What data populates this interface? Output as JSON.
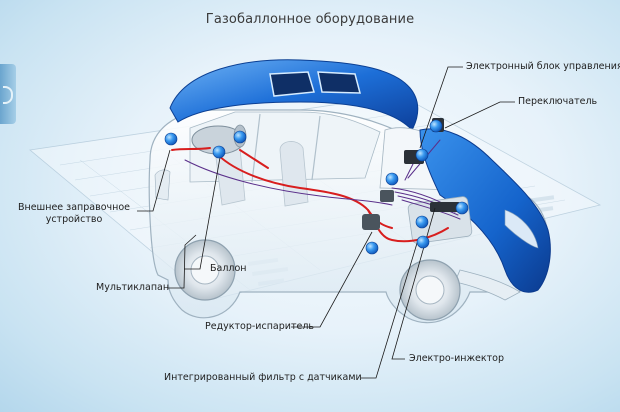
{
  "title": "Газобаллонное оборудование",
  "labels": {
    "ecu": "Электронный блок управления",
    "switch": "Переключатель",
    "filler_line1": "Внешнее заправочное",
    "filler_line2": "устройство",
    "tank": "Баллон",
    "multivalve": "Мультиклапан",
    "reducer": "Редуктор-испаритель",
    "injector": "Электро-инжектор",
    "filter": "Интегрированный фильтр с датчиками"
  },
  "colors": {
    "body_blue": "#1d6fd8",
    "marker_blue": "#2f8be6",
    "gas_line_red": "#d81e1e",
    "wire_purple": "#5a2f8a",
    "background": "#e7f2fa"
  }
}
